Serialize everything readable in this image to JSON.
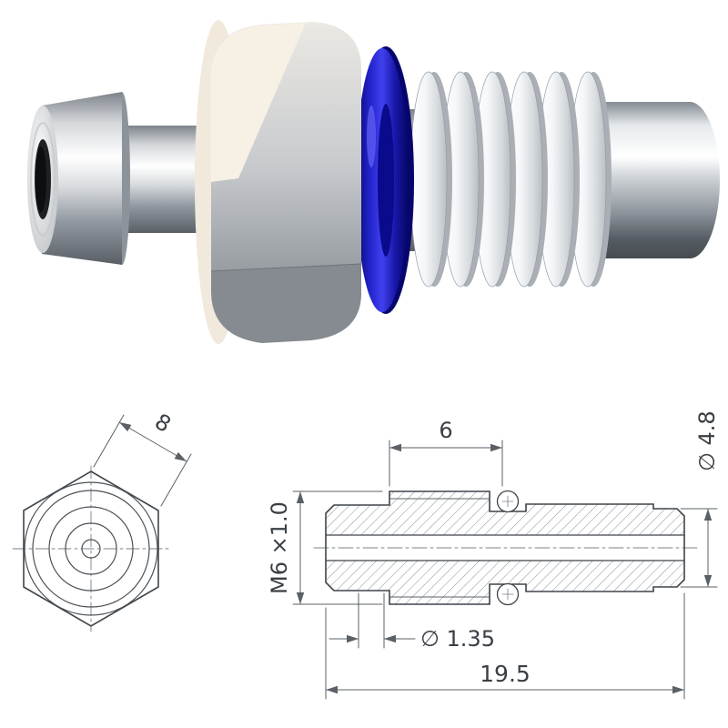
{
  "colors": {
    "background": "#ffffff",
    "oring_blue": "#4040ee",
    "metal_light": "#f5f3ef",
    "metal_dark": "#5d6167",
    "drawing_line": "#4a5056",
    "dim_text": "#3a3f45"
  },
  "end_view": {
    "dim_across_flats": "8"
  },
  "section_view": {
    "dim_thread_length": "6",
    "dim_tip_diameter": "∅ 4.8",
    "dim_thread_spec": "M6 ×1.0",
    "dim_bore_diameter": "∅ 1.35",
    "dim_overall_length": "19.5"
  }
}
